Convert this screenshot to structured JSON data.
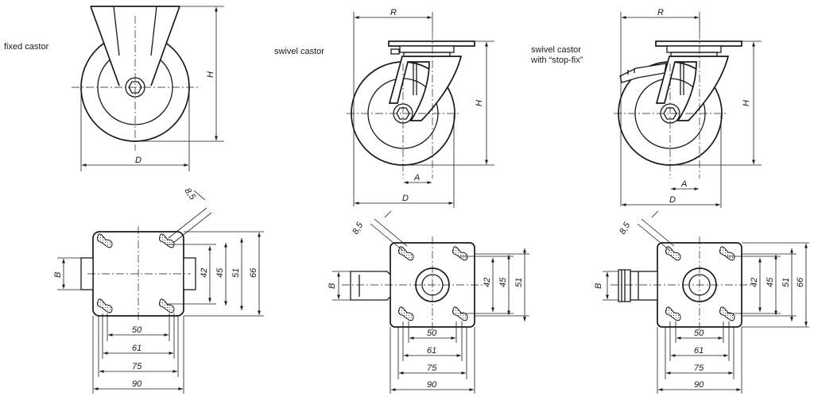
{
  "views": {
    "fixed": {
      "caption": "fixed castor"
    },
    "swivel": {
      "caption": "swivel castor"
    },
    "stopfix": {
      "caption_line1": "swivel castor",
      "caption_line2": "with “stop-fix”"
    }
  },
  "dimension_labels": {
    "H": "H",
    "D": "D",
    "R": "R",
    "A": "A",
    "B": "B",
    "hole": "8,5",
    "w50": "50",
    "w61": "61",
    "w75": "75",
    "w90": "90",
    "h42": "42",
    "h45": "45",
    "h51": "51",
    "h66": "66"
  }
}
